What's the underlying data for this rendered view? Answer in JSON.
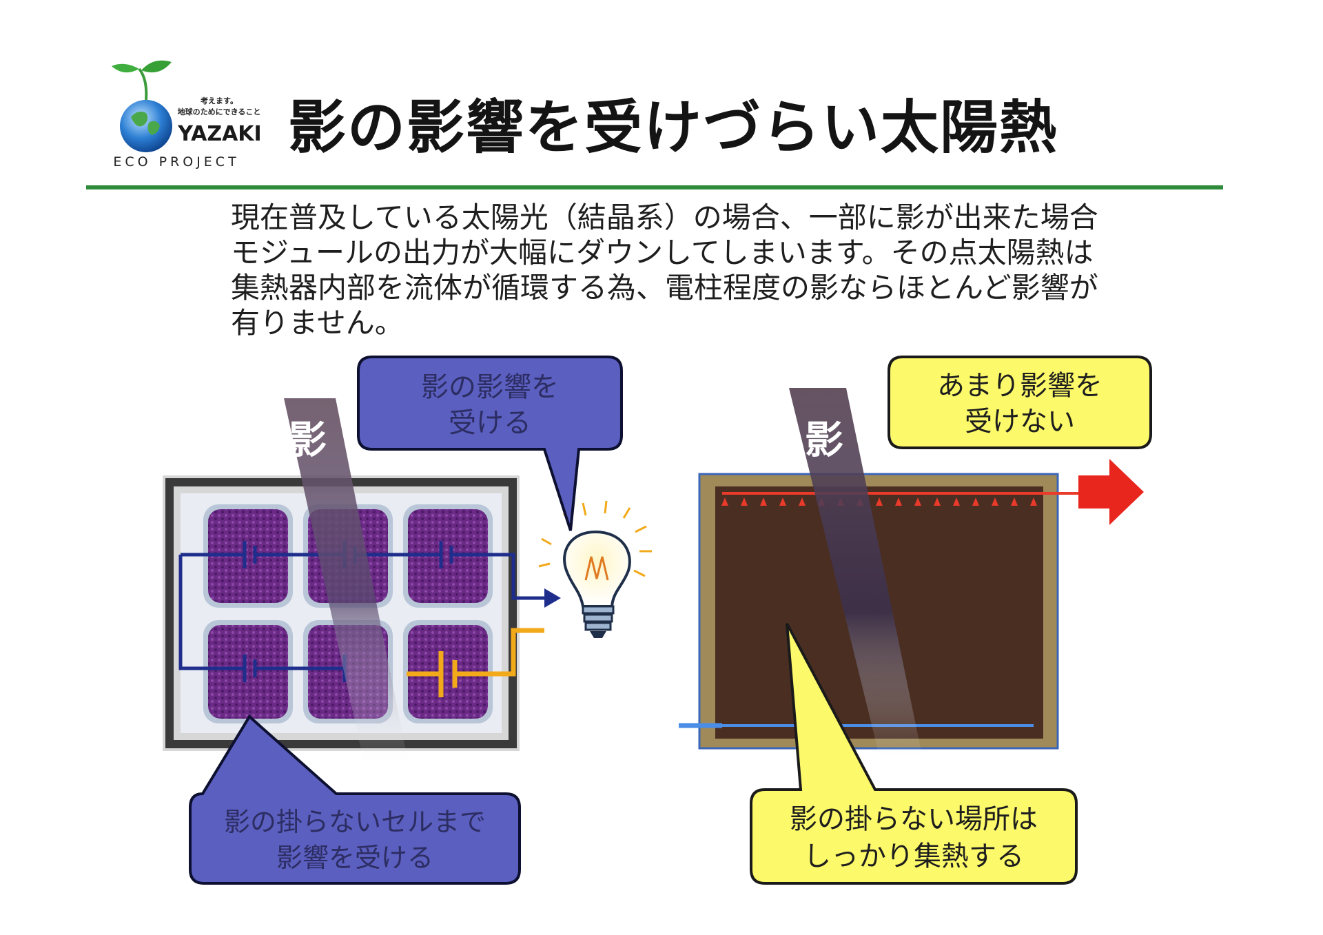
{
  "logo": {
    "tagline_1": "考えます。",
    "tagline_2": "地球のためにできること",
    "brand": "YAZAKI",
    "project": "ECO PROJECT"
  },
  "title": "影の影響を受けづらい太陽熱",
  "body_lines": [
    "現在普及している太陽光（結晶系）の場合、一部に影が出来た場合",
    "モジュールの出力が大幅にダウンしてしまいます。その点太陽熱は",
    "集熱器内部を流体が循環する為、電柱程度の影ならほとんど影響が",
    "有りません。"
  ],
  "pv_diagram": {
    "shadow_label": "影",
    "callout_top": [
      "影の影響を",
      "受ける"
    ],
    "callout_bottom": [
      "影の掛らないセルまで",
      "影響を受ける"
    ]
  },
  "thermal_diagram": {
    "shadow_label": "影",
    "callout_top": [
      "あまり影響を",
      "受けない"
    ],
    "callout_bottom": [
      "影の掛らない場所は",
      "しっかり集熱する"
    ]
  },
  "colors": {
    "title_rule": "#2e8b3a",
    "pv_callout": "#5b5fc0",
    "thermal_callout": "#fcf96a",
    "pv_cell": "#6a2a86",
    "hot_arrow": "#e8261e"
  }
}
